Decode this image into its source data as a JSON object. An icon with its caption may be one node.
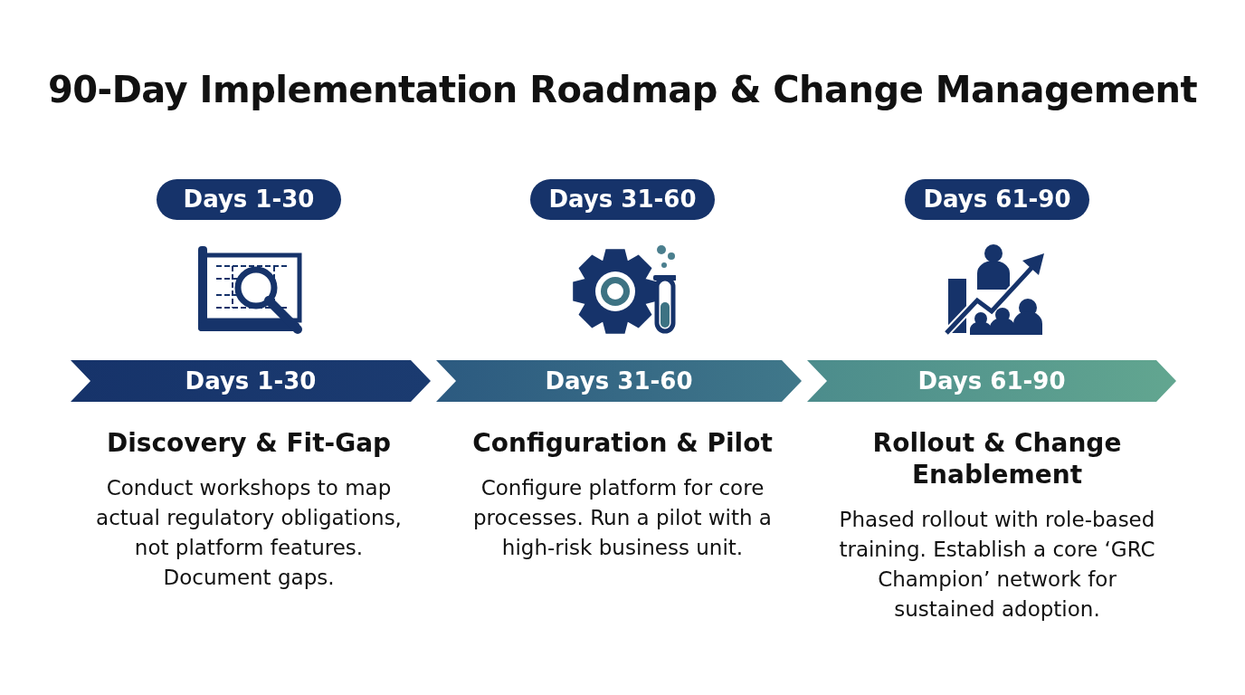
{
  "diagram": {
    "title": "90-Day Implementation Roadmap & Change Management",
    "nodes": [
      {
        "text": [
          "Days 1-30"
        ]
      },
      {
        "text": [
          "Days 31-60"
        ]
      },
      {
        "text": [
          "Days 61-90"
        ]
      },
      {
        "text": [
          "Days 1-30"
        ],
        "beside": [
          "Discovery & Fit-Gap",
          "Conduct workshops to map actual regulatory obligations, not platform features. Document gaps."
        ]
      },
      {
        "text": [
          "Days 31-60"
        ],
        "beside": [
          "Configuration & Pilot",
          "Configure platform for core processes. Run a pilot with a high-risk business unit."
        ]
      },
      {
        "text": [
          "Days 61-90"
        ],
        "beside": [
          "Rollout & Change Enablement",
          "Phased rollout with role-based training. Establish a core ‘GRC Champion’ network for sustained adoption."
        ]
      }
    ],
    "edges": []
  }
}
